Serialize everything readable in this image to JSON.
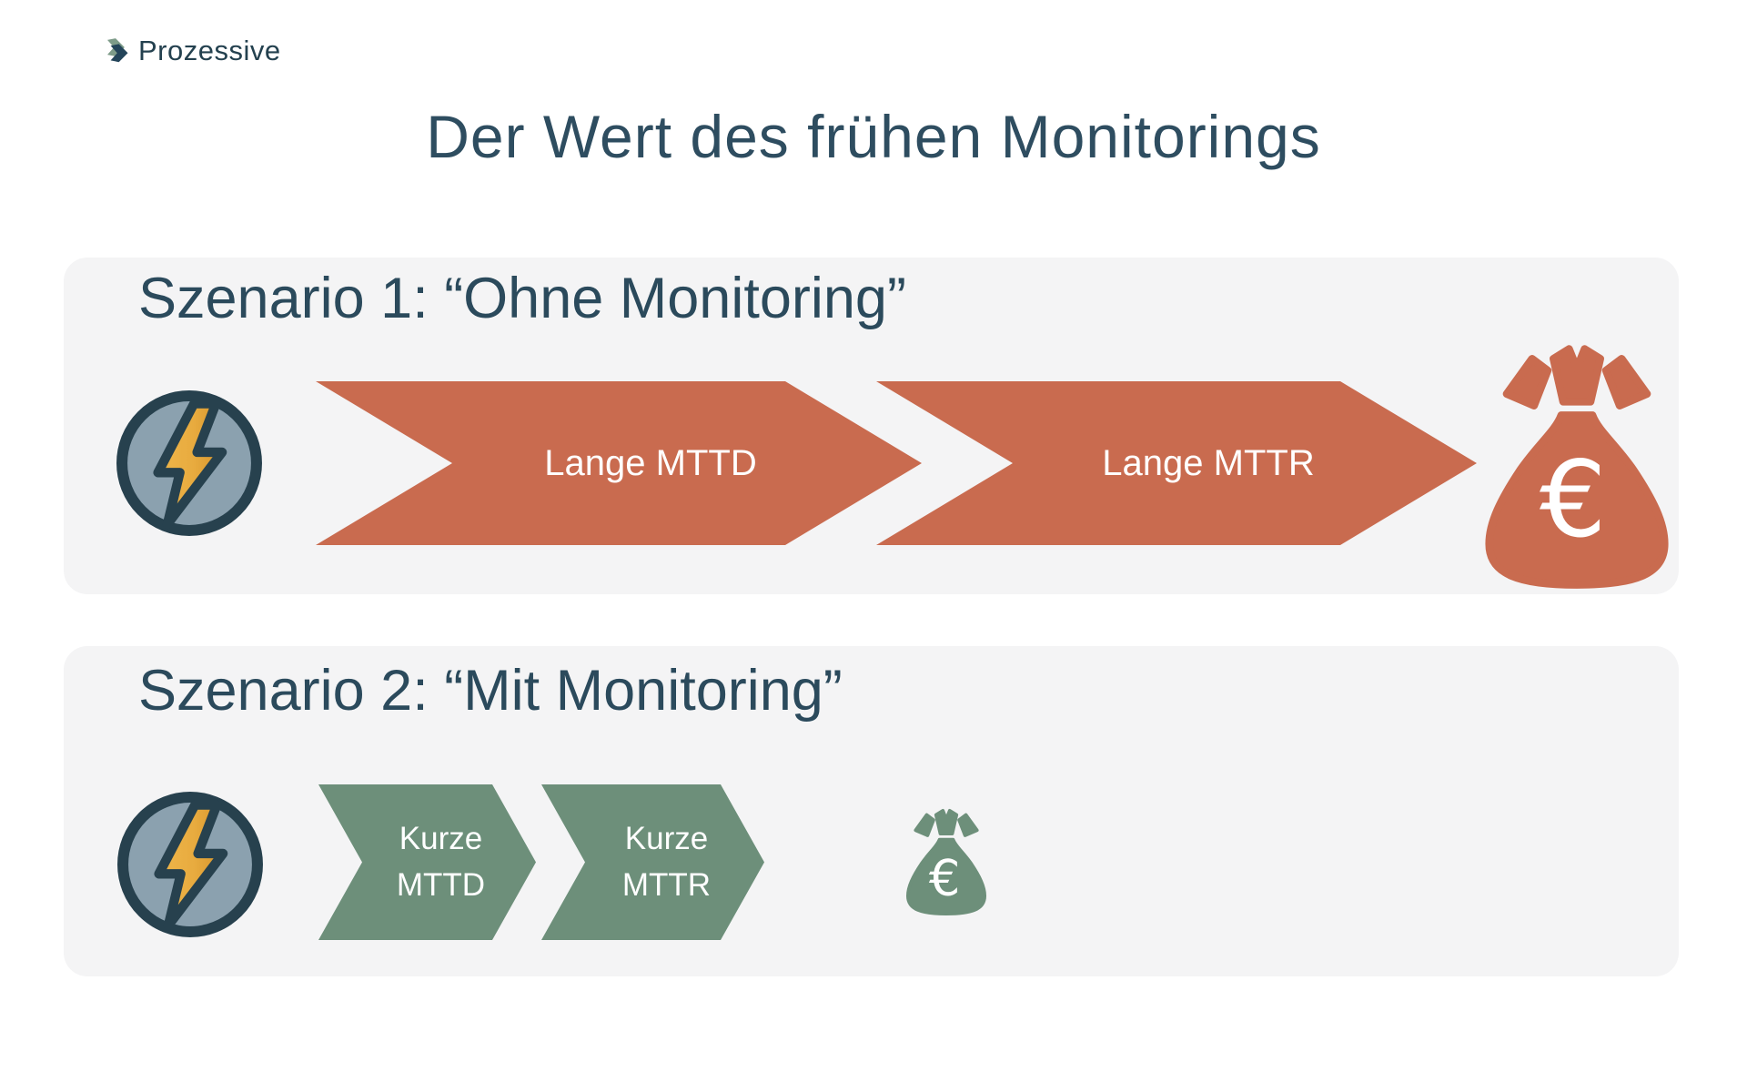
{
  "logo": {
    "name": "Prozessive",
    "mark_icon": "double-chevron-right-icon"
  },
  "title": "Der Wert des frühen Monitorings",
  "colors": {
    "negative_accent": "#C96B4F",
    "positive_accent": "#6D8F7A",
    "ink": "#2B4A5C",
    "panel_background": "#F4F4F5",
    "bolt_gold": "#E8AC3F",
    "badge_fill": "#8BA1AF",
    "outline_navy": "#27414E"
  },
  "scenario1": {
    "heading": "Szenario 1: “Ohne Monitoring”",
    "start_icon": "lightning-bolt-icon",
    "arrows": [
      {
        "label": "Lange MTTD"
      },
      {
        "label": "Lange MTTR"
      }
    ],
    "outcome_icon": "money-bag-euro-icon",
    "euro": "€"
  },
  "scenario2": {
    "heading": "Szenario 2: “Mit Monitoring”",
    "start_icon": "lightning-bolt-icon",
    "arrows": [
      {
        "line1": "Kurze",
        "line2": "MTTD"
      },
      {
        "line1": "Kurze",
        "line2": "MTTR"
      }
    ],
    "outcome_icon": "money-bag-euro-icon",
    "euro": "€"
  }
}
